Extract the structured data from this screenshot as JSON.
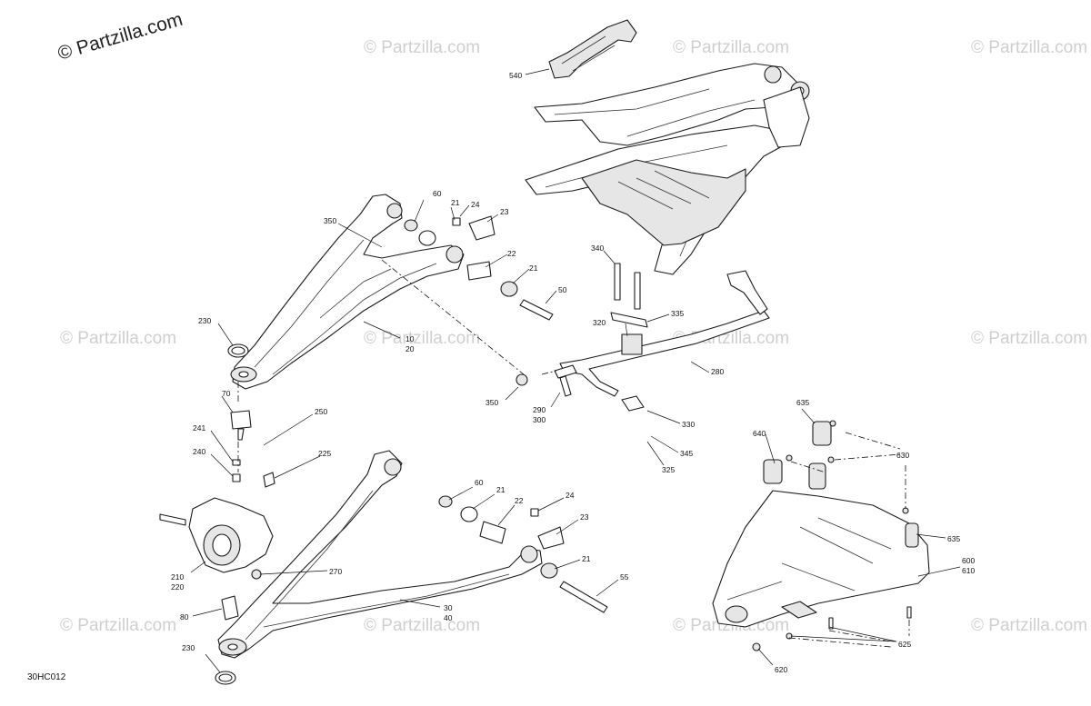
{
  "diagram": {
    "main_watermark": "© Partzilla.com",
    "watermark_text": "© Partzilla.com",
    "ref_code": "30HC012"
  },
  "labels": {
    "l540": "540",
    "l350a": "350",
    "l60a": "60",
    "l21a": "21",
    "l24a": "24",
    "l23a": "23",
    "l22a": "22",
    "l21b": "21",
    "l50": "50",
    "l10": "10",
    "l20": "20",
    "l230a": "230",
    "l340": "340",
    "l335": "335",
    "l320": "320",
    "l280": "280",
    "l350b": "350",
    "l290": "290",
    "l300": "300",
    "l330": "330",
    "l345": "345",
    "l325": "325",
    "l70": "70",
    "l250": "250",
    "l241": "241",
    "l240": "240",
    "l225": "225",
    "l60b": "60",
    "l21c": "21",
    "l22b": "22",
    "l24b": "24",
    "l23b": "23",
    "l21d": "21",
    "l55": "55",
    "l210": "210",
    "l220": "220",
    "l270": "270",
    "l80": "80",
    "l30": "30",
    "l40": "40",
    "l230b": "230",
    "l635a": "635",
    "l640": "640",
    "l630": "630",
    "l635b": "635",
    "l600": "600",
    "l610": "610",
    "l625": "625",
    "l620": "620"
  }
}
